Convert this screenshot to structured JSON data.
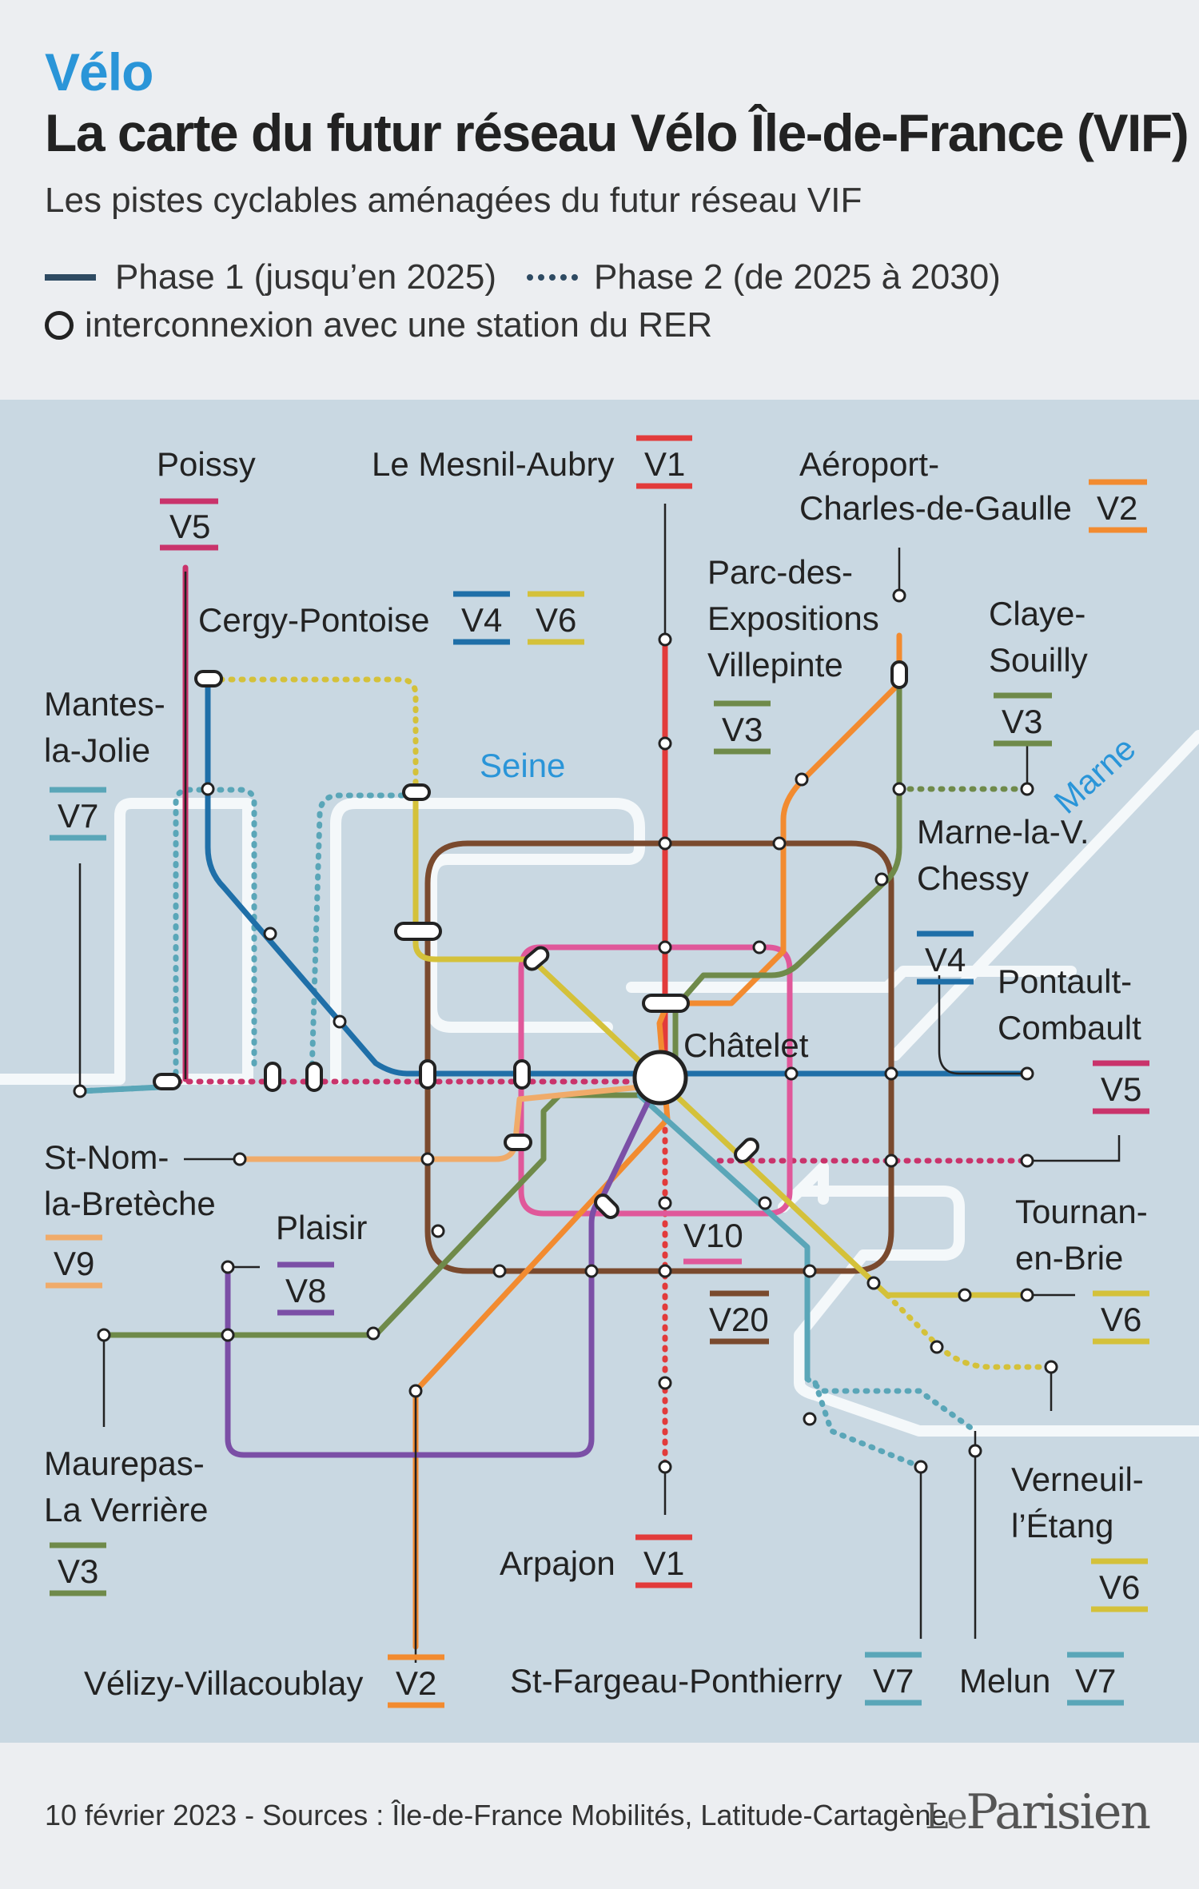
{
  "header": {
    "kicker": "Vélo",
    "title": "La carte du futur réseau Vélo Île-de-France (VIF)",
    "subtitle": "Les pistes cyclables aménagées du futur réseau VIF"
  },
  "legend": {
    "phase1": "Phase 1 (jusqu’en 2025)",
    "phase2": "Phase 2 (de 2025 à 2030)",
    "rer": "interconnexion avec une station du RER"
  },
  "colors": {
    "background": "#eceef1",
    "map_background": "#c9d8e2",
    "river": "#f4f8fa",
    "kicker_blue": "#2a95d8",
    "V1": "#e23b3b",
    "V2": "#f28b30",
    "V3": "#6f8a4a",
    "V4": "#1f6fa8",
    "V5": "#c9336b",
    "V6": "#d4c13a",
    "V7": "#5aa6b8",
    "V8": "#7b4fa6",
    "V9": "#f0ab6a",
    "V10": "#e0589a",
    "V20": "#7a4a2e"
  },
  "map": {
    "rivers": [
      "Seine",
      "Marne"
    ],
    "center": "Châtelet",
    "labels": [
      {
        "text": "Poissy",
        "line": "V5"
      },
      {
        "text": "Le Mesnil-Aubry",
        "line": "V1"
      },
      {
        "text": "Aéroport-",
        "text2": "Charles-de-Gaulle",
        "line": "V2"
      },
      {
        "text": "Parc-des-",
        "text2": "Expositions",
        "text3": "Villepinte",
        "line": "V3"
      },
      {
        "text": "Cergy-Pontoise",
        "line": "V4",
        "line2": "V6"
      },
      {
        "text": "Claye-",
        "text2": "Souilly",
        "line": "V3"
      },
      {
        "text": "Mantes-",
        "text2": "la-Jolie",
        "line": "V7"
      },
      {
        "text": "Marne-la-V.",
        "text2": "Chessy",
        "line": "V4"
      },
      {
        "text": "Pontault-",
        "text2": "Combault",
        "line": "V5"
      },
      {
        "text": "St-Nom-",
        "text2": "la-Bretèche",
        "line": "V9"
      },
      {
        "text": "Plaisir",
        "line": "V8"
      },
      {
        "text": "Tournan-",
        "text2": "en-Brie",
        "line": "V6"
      },
      {
        "text": "Maurepas-",
        "text2": "La Verrière",
        "line": "V3"
      },
      {
        "text": "Verneuil-",
        "text2": "l’Étang",
        "line": "V6"
      },
      {
        "text": "Arpajon",
        "line": "V1"
      },
      {
        "text": "Vélizy-Villacoublay",
        "line": "V2"
      },
      {
        "text": "St-Fargeau-Ponthierry",
        "line": "V7"
      },
      {
        "text": "Melun",
        "line": "V7"
      }
    ],
    "ring_labels": [
      "V10",
      "V20"
    ]
  },
  "footer": {
    "source": "10 février 2023 - Sources : Île-de-France Mobilités, Latitude-Cartagène.",
    "brand_le": "Le",
    "brand_name": "Parisien"
  }
}
